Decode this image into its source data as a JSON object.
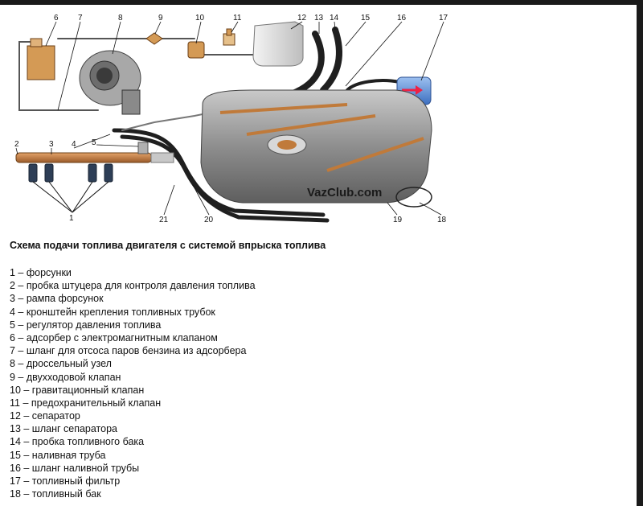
{
  "diagram": {
    "watermark": "VazClub.com",
    "callouts": [
      "1",
      "2",
      "3",
      "4",
      "5",
      "6",
      "7",
      "8",
      "9",
      "10",
      "11",
      "12",
      "13",
      "14",
      "15",
      "16",
      "17",
      "18",
      "19",
      "20",
      "21"
    ]
  },
  "title": "Схема подачи топлива двигателя с системой впрыска топлива",
  "legend": [
    "1 – форсунки",
    "2 – пробка штуцера для контроля давления топлива",
    "3 – рампа форсунок",
    "4 – кронштейн крепления топливных трубок",
    "5 – регулятор давления топлива",
    "6 – адсорбер с электромагнитным клапаном",
    "7 – шланг для отсоса паров бензина из адсорбера",
    "8 – дроссельный узел",
    "9 – двухходовой клапан",
    "10 – гравитационный клапан",
    "11 – предохранительный клапан",
    "12 – сепаратор",
    "13 – шланг сепаратора",
    "14 – пробка топливного бака",
    "15 – наливная труба",
    "16 – шланг наливной трубы",
    "17 – топливный фильтр",
    "18 – топливный бак"
  ],
  "colors": {
    "tank": "#9a9a9a",
    "strap": "#c07a3a",
    "canister": "#d49a55",
    "filter": "#5b8fd6",
    "hose": "#1f1f1f"
  }
}
